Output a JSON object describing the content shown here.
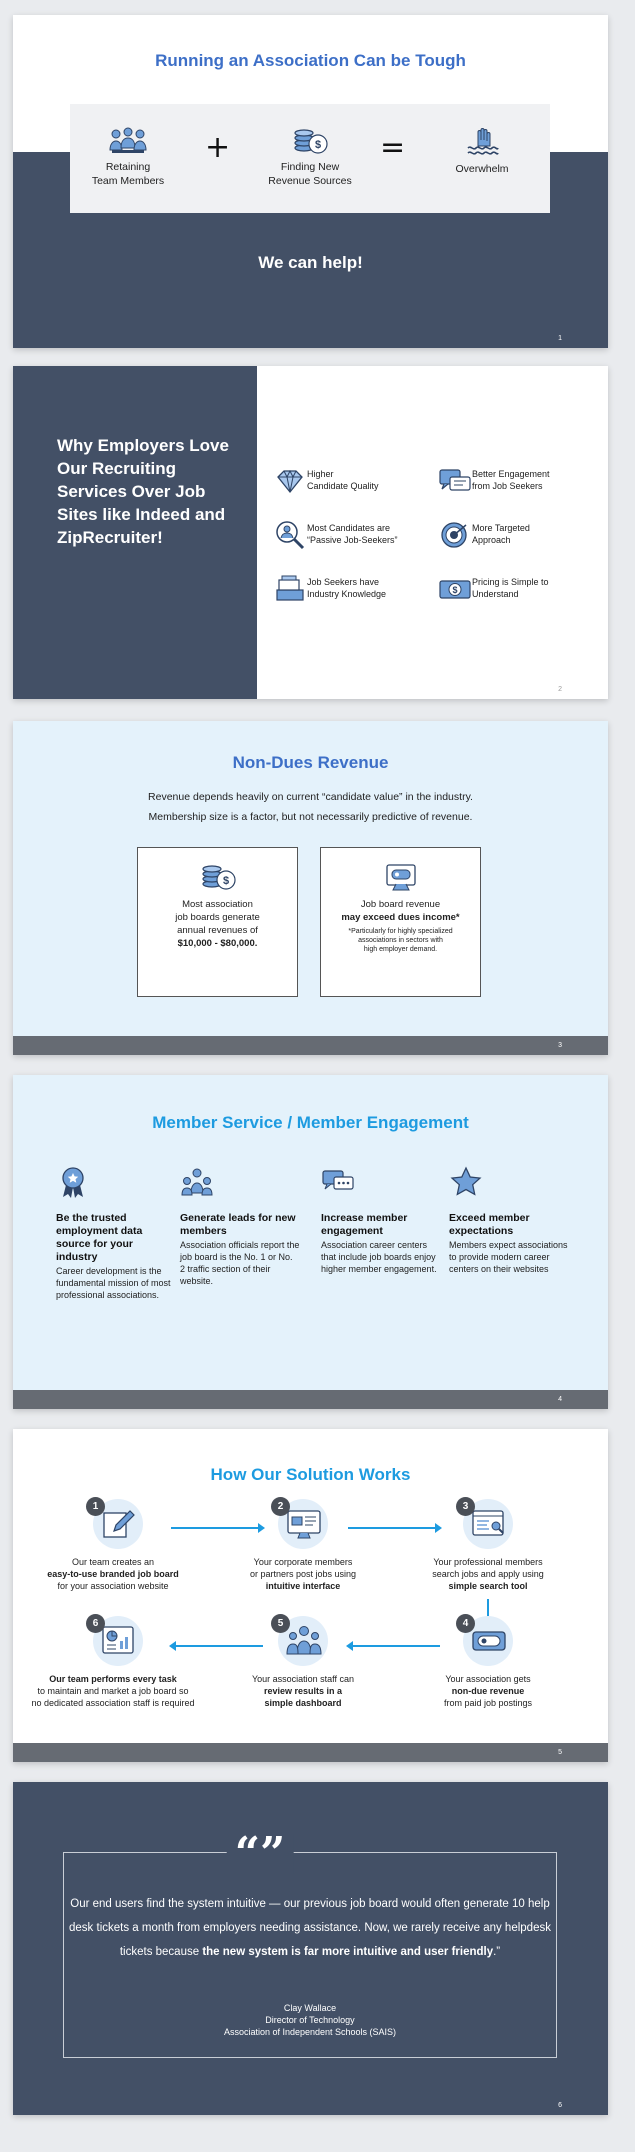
{
  "slide1": {
    "title": "Running an Association Can be Tough",
    "items": [
      {
        "line1": "Retaining",
        "line2": "Team Members",
        "icon": "team-icon"
      },
      {
        "line1": "Finding New",
        "line2": "Revenue Sources",
        "icon": "coins-icon"
      },
      {
        "line1": "Overwhelm",
        "line2": "",
        "icon": "drowning-hand-icon"
      }
    ],
    "plus": "+",
    "equals": "=",
    "help": "We can help!",
    "page": "1"
  },
  "slide2": {
    "heading": "Why Employers Love Our Recruiting Services Over Job Sites like Indeed and ZipRecruiter!",
    "reasons": [
      {
        "line1": "Higher",
        "line2": "Candidate Quality",
        "icon": "diamond-icon"
      },
      {
        "line1": "Better Engagement",
        "line2": "from Job Seekers",
        "icon": "chat-bubbles-icon"
      },
      {
        "line1": "Most Candidates are",
        "line2": "“Passive Job-Seekers”",
        "icon": "magnifier-person-icon"
      },
      {
        "line1": "More Targeted",
        "line2": "Approach",
        "icon": "target-icon"
      },
      {
        "line1": "Job Seekers have",
        "line2": "Industry Knowledge",
        "icon": "books-icon"
      },
      {
        "line1": "Pricing is Simple to",
        "line2": "Understand",
        "icon": "dollar-bill-icon"
      }
    ],
    "page": "2"
  },
  "slide3": {
    "title": "Non-Dues Revenue",
    "sub1": "Revenue depends heavily on current “candidate value” in the industry.",
    "sub2": "Membership size is a factor, but not necessarily predictive of revenue.",
    "card1": {
      "l1": "Most association",
      "l2": "job boards generate",
      "l3": "annual revenues of",
      "l4": "$10,000 - $80,000."
    },
    "card2": {
      "l1": "Job board revenue",
      "l2": "may exceed dues income*",
      "n1": "*Particularly for highly specialized",
      "n2": "associations in sectors with",
      "n3": "high employer demand."
    },
    "page": "3"
  },
  "slide4": {
    "title": "Member Service / Member Engagement",
    "cols": [
      {
        "heading": "Be the trusted employment data source for your industry",
        "body": "Career development is the fundamental mission of most professional associations.",
        "icon": "award-ribbon-icon"
      },
      {
        "heading": "Generate leads for new members",
        "body": "Association officials report the job board is the No. 1 or No. 2 traffic section of their website.",
        "icon": "people-network-icon"
      },
      {
        "heading": "Increase member engagement",
        "body": "Association career centers that include job boards enjoy higher member engagement.",
        "icon": "chat-icon"
      },
      {
        "heading": "Exceed member expectations",
        "body": "Members expect associations to provide modern career centers on their websites",
        "icon": "star-icon"
      }
    ],
    "page": "4"
  },
  "slide5": {
    "title": "How Our Solution Works",
    "steps": [
      {
        "n": "1",
        "l1": "Our team creates an",
        "l2": "easy-to-use branded job board",
        "l3": "for your association website",
        "icon": "pencil-edit-icon"
      },
      {
        "n": "2",
        "l1": "Your corporate members",
        "l2": "or partners post jobs using",
        "l3": "intuitive interface",
        "icon": "job-post-icon"
      },
      {
        "n": "3",
        "l1": "Your professional members",
        "l2": "search jobs and apply using",
        "l3": "simple search tool",
        "icon": "search-window-icon"
      },
      {
        "n": "4",
        "l1": "Your association gets",
        "l2": "non-due revenue",
        "l3": "from paid job postings",
        "icon": "payment-card-icon"
      },
      {
        "n": "5",
        "l1": "Your association staff can",
        "l2": "review results in a",
        "l3": "simple dashboard",
        "icon": "staff-group-icon"
      },
      {
        "n": "6",
        "l1": "Our team performs every task",
        "l2": "to maintain and market a job board so",
        "l3": "no dedicated association staff is required",
        "icon": "dashboard-chart-icon"
      }
    ],
    "page": "5"
  },
  "slide6": {
    "quote_mark": "“”",
    "quote_a": "Our end users find the system intuitive — our previous job board would often generate 10 help desk tickets a month from employers needing assistance. Now, we rarely receive any helpdesk tickets because ",
    "quote_b": "the new system is far more intuitive and user friendly",
    "quote_c": ".”",
    "name": "Clay Wallace",
    "role": "Director of Technology",
    "org": "Association of Independent Schools (SAIS)",
    "page": "6"
  }
}
